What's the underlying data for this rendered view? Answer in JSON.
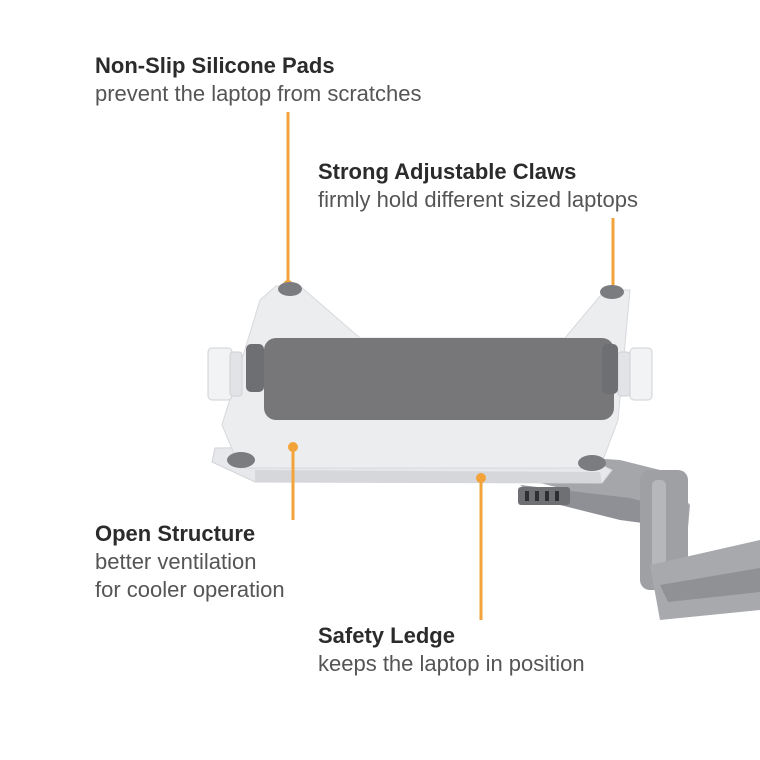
{
  "callouts": {
    "pads": {
      "title": "Non-Slip Silicone Pads",
      "lines": [
        "prevent the laptop from scratches"
      ]
    },
    "claws": {
      "title": "Strong Adjustable Claws",
      "lines": [
        "firmly hold different sized laptops"
      ]
    },
    "structure": {
      "title": "Open Structure",
      "lines": [
        "better ventilation",
        "for cooler operation"
      ]
    },
    "ledge": {
      "title": "Safety Ledge",
      "lines": [
        "keeps the laptop in position"
      ]
    }
  },
  "colors": {
    "accent": "#F2A43A",
    "tray": "#E8E9EC",
    "mat": "#77777A",
    "arm": "#9C9EA2"
  }
}
